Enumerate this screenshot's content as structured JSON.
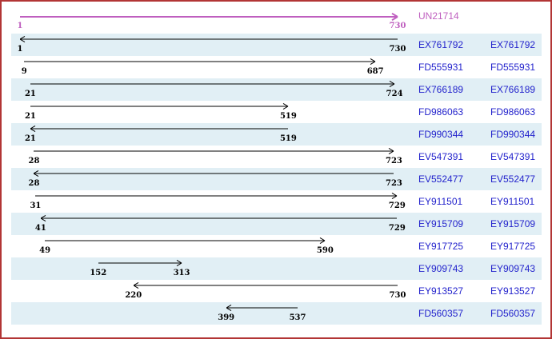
{
  "window": {
    "border_color": "#b23535",
    "background_color": "#ffffff"
  },
  "palette": {
    "row_stripe": "#e1eff5",
    "reference_color": "#bf5fbf",
    "accession_color": "#2222cc",
    "alignment_arrow_color": "#000000",
    "coordinate_color": "#000000"
  },
  "chart_data": {
    "type": "bar",
    "subtype": "horizontal-sequence-alignment-ranges",
    "title": "",
    "xlabel": "",
    "ylabel": "",
    "xlim": [
      1,
      730
    ],
    "grid": false,
    "legend": false,
    "reference": {
      "id": "UN21714",
      "start": 1,
      "end": 730,
      "direction": "right"
    },
    "alignments": [
      {
        "id": "EX761792",
        "start": 1,
        "end": 730,
        "direction": "left"
      },
      {
        "id": "FD555931",
        "start": 9,
        "end": 687,
        "direction": "right"
      },
      {
        "id": "EX766189",
        "start": 21,
        "end": 724,
        "direction": "right"
      },
      {
        "id": "FD986063",
        "start": 21,
        "end": 519,
        "direction": "right"
      },
      {
        "id": "FD990344",
        "start": 21,
        "end": 519,
        "direction": "left"
      },
      {
        "id": "EV547391",
        "start": 28,
        "end": 723,
        "direction": "right"
      },
      {
        "id": "EV552477",
        "start": 28,
        "end": 723,
        "direction": "left"
      },
      {
        "id": "EY911501",
        "start": 31,
        "end": 729,
        "direction": "right"
      },
      {
        "id": "EY915709",
        "start": 41,
        "end": 729,
        "direction": "left"
      },
      {
        "id": "EY917725",
        "start": 49,
        "end": 590,
        "direction": "right"
      },
      {
        "id": "EY909743",
        "start": 152,
        "end": 313,
        "direction": "right"
      },
      {
        "id": "EY913527",
        "start": 220,
        "end": 730,
        "direction": "left"
      },
      {
        "id": "FD560357",
        "start": 399,
        "end": 537,
        "direction": "left"
      }
    ]
  }
}
